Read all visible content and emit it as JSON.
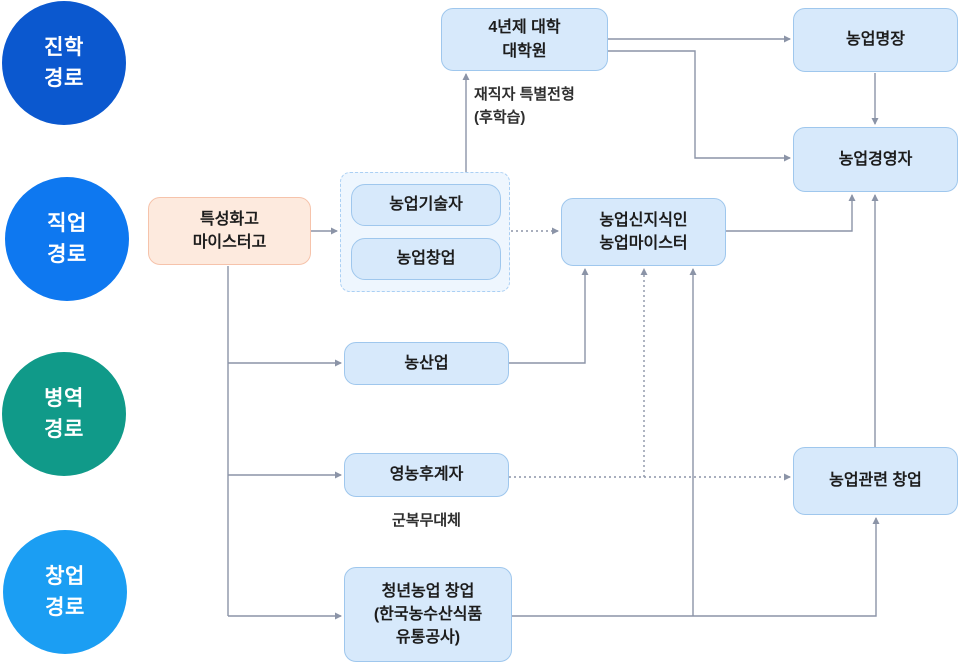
{
  "palette": {
    "node_fill": "#d7e9fb",
    "node_border": "#9fc7ed",
    "highlight_fill": "#fdeade",
    "highlight_border": "#f6c3ab",
    "group_fill": "#eef6fe",
    "group_border": "#abd0f4",
    "connector": "#8b94a7",
    "text": "#1c1c1c"
  },
  "legend_circles": [
    {
      "id": "jinhak",
      "lines": [
        "진학",
        "경로"
      ],
      "color": "#0b58cf"
    },
    {
      "id": "jigeop",
      "lines": [
        "직업",
        "경로"
      ],
      "color": "#0e78f0"
    },
    {
      "id": "byeongyeok",
      "lines": [
        "병역",
        "경로"
      ],
      "color": "#109a89"
    },
    {
      "id": "changeop",
      "lines": [
        "창업",
        "경로"
      ],
      "color": "#1b9ef3"
    }
  ],
  "nodes": {
    "university": {
      "lines": [
        "4년제 대학",
        "대학원"
      ]
    },
    "myeongjang": {
      "lines": [
        "농업명장"
      ]
    },
    "manager": {
      "lines": [
        "농업경영자"
      ]
    },
    "sinjisik": {
      "lines": [
        "농업신지식인",
        "농업마이스터"
      ]
    },
    "agro": {
      "lines": [
        "농산업"
      ]
    },
    "successor": {
      "lines": [
        "영농후계자"
      ]
    },
    "related_startup": {
      "lines": [
        "농업관련 창업"
      ]
    },
    "youth_startup": {
      "lines": [
        "청년농업 창업",
        "(한국농수산식품",
        "유통공사)"
      ]
    },
    "highschool": {
      "lines": [
        "특성화고",
        "마이스터고"
      ]
    },
    "technician": {
      "lines": [
        "농업기술자"
      ]
    },
    "startup": {
      "lines": [
        "농업창업"
      ]
    }
  },
  "notes": {
    "special_admission_lines": [
      "재직자 특별전형",
      "(후학습)"
    ],
    "military_service": "군복무대체"
  },
  "edges": [
    {
      "from": "특성화고·마이스터고",
      "to": "농업기술자/농업창업",
      "style": "solid"
    },
    {
      "from": "특성화고·마이스터고",
      "to": "농산업",
      "style": "solid"
    },
    {
      "from": "특성화고·마이스터고",
      "to": "영농후계자",
      "style": "solid"
    },
    {
      "from": "특성화고·마이스터고",
      "to": "청년농업 창업(한국농수산식품유통공사)",
      "style": "solid"
    },
    {
      "from": "농업기술자/농업창업",
      "to": "4년제 대학·대학원",
      "style": "solid",
      "label": "재직자 특별전형 (후학습)"
    },
    {
      "from": "4년제 대학·대학원",
      "to": "농업명장",
      "style": "solid"
    },
    {
      "from": "4년제 대학·대학원",
      "to": "농업경영자",
      "style": "solid"
    },
    {
      "from": "농업명장",
      "to": "농업경영자",
      "style": "solid"
    },
    {
      "from": "농업기술자/농업창업",
      "to": "농업신지식인·농업마이스터",
      "style": "dotted"
    },
    {
      "from": "농산업",
      "to": "농업신지식인·농업마이스터",
      "style": "solid"
    },
    {
      "from": "영농후계자",
      "to": "농업신지식인·농업마이스터",
      "style": "dotted"
    },
    {
      "from": "영농후계자",
      "to": "농업관련 창업",
      "style": "dotted"
    },
    {
      "from": "청년농업 창업(한국농수산식품유통공사)",
      "to": "농업신지식인·농업마이스터",
      "style": "solid"
    },
    {
      "from": "청년농업 창업(한국농수산식품유통공사)",
      "to": "농업관련 창업",
      "style": "solid"
    },
    {
      "from": "농업관련 창업",
      "to": "농업경영자",
      "style": "solid"
    },
    {
      "from": "농업신지식인·농업마이스터",
      "to": "농업경영자",
      "style": "solid"
    }
  ]
}
